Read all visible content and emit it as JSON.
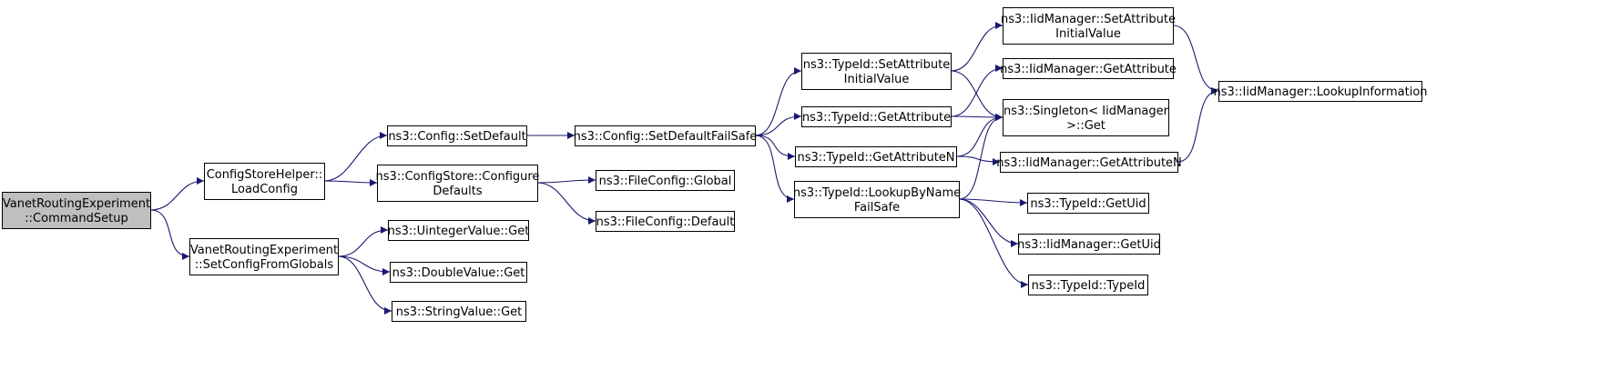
{
  "colors": {
    "edge": "#191970",
    "node_fill": "#ffffff",
    "root_fill": "#bfbfbf",
    "border": "#000000"
  },
  "nodes": [
    {
      "id": "root",
      "lines": [
        "VanetRoutingExperiment",
        "::CommandSetup"
      ],
      "root": true
    },
    {
      "id": "csh_load",
      "lines": [
        "ConfigStoreHelper::",
        "LoadConfig"
      ]
    },
    {
      "id": "vre_setcfg",
      "lines": [
        "VanetRoutingExperiment",
        "::SetConfigFromGlobals"
      ]
    },
    {
      "id": "cfg_setdefault",
      "lines": [
        "ns3::Config::SetDefault"
      ]
    },
    {
      "id": "cs_configure",
      "lines": [
        "ns3::ConfigStore::Configure",
        "Defaults"
      ]
    },
    {
      "id": "uint_get",
      "lines": [
        "ns3::UintegerValue::Get"
      ]
    },
    {
      "id": "double_get",
      "lines": [
        "ns3::DoubleValue::Get"
      ]
    },
    {
      "id": "string_get",
      "lines": [
        "ns3::StringValue::Get"
      ]
    },
    {
      "id": "cfg_setdefaultfs",
      "lines": [
        "ns3::Config::SetDefaultFailSafe"
      ]
    },
    {
      "id": "fc_global",
      "lines": [
        "ns3::FileConfig::Global"
      ]
    },
    {
      "id": "fc_default",
      "lines": [
        "ns3::FileConfig::Default"
      ]
    },
    {
      "id": "tid_setattrinit",
      "lines": [
        "ns3::TypeId::SetAttribute",
        "InitialValue"
      ]
    },
    {
      "id": "tid_getattr",
      "lines": [
        "ns3::TypeId::GetAttribute"
      ]
    },
    {
      "id": "tid_getattrn",
      "lines": [
        "ns3::TypeId::GetAttributeN"
      ]
    },
    {
      "id": "tid_lookup",
      "lines": [
        "ns3::TypeId::LookupByName",
        "FailSafe"
      ]
    },
    {
      "id": "iid_setattrinit",
      "lines": [
        "ns3::IidManager::SetAttribute",
        "InitialValue"
      ]
    },
    {
      "id": "iid_getattr",
      "lines": [
        "ns3::IidManager::GetAttribute"
      ]
    },
    {
      "id": "singleton_get",
      "lines": [
        "ns3::Singleton< IidManager",
        " >::Get"
      ]
    },
    {
      "id": "iid_getattrn",
      "lines": [
        "ns3::IidManager::GetAttributeN"
      ]
    },
    {
      "id": "tid_getuid",
      "lines": [
        "ns3::TypeId::GetUid"
      ]
    },
    {
      "id": "iid_getuid",
      "lines": [
        "ns3::IidManager::GetUid"
      ]
    },
    {
      "id": "tid_typeid",
      "lines": [
        "ns3::TypeId::TypeId"
      ]
    },
    {
      "id": "iid_lookupinfo",
      "lines": [
        "ns3::IidManager::LookupInformation"
      ]
    }
  ],
  "edges": [
    [
      "root",
      "csh_load"
    ],
    [
      "root",
      "vre_setcfg"
    ],
    [
      "csh_load",
      "cfg_setdefault"
    ],
    [
      "csh_load",
      "cs_configure"
    ],
    [
      "vre_setcfg",
      "uint_get"
    ],
    [
      "vre_setcfg",
      "double_get"
    ],
    [
      "vre_setcfg",
      "string_get"
    ],
    [
      "cfg_setdefault",
      "cfg_setdefaultfs"
    ],
    [
      "cs_configure",
      "fc_global"
    ],
    [
      "cs_configure",
      "fc_default"
    ],
    [
      "cfg_setdefaultfs",
      "tid_setattrinit"
    ],
    [
      "cfg_setdefaultfs",
      "tid_getattr"
    ],
    [
      "cfg_setdefaultfs",
      "tid_getattrn"
    ],
    [
      "cfg_setdefaultfs",
      "tid_lookup"
    ],
    [
      "tid_setattrinit",
      "iid_setattrinit"
    ],
    [
      "tid_setattrinit",
      "singleton_get"
    ],
    [
      "tid_getattr",
      "iid_getattr"
    ],
    [
      "tid_getattr",
      "singleton_get"
    ],
    [
      "tid_getattrn",
      "singleton_get"
    ],
    [
      "tid_getattrn",
      "iid_getattrn"
    ],
    [
      "tid_lookup",
      "singleton_get"
    ],
    [
      "tid_lookup",
      "tid_getuid"
    ],
    [
      "tid_lookup",
      "iid_getuid"
    ],
    [
      "tid_lookup",
      "tid_typeid"
    ],
    [
      "iid_setattrinit",
      "iid_lookupinfo"
    ],
    [
      "iid_getattrn",
      "iid_lookupinfo"
    ]
  ]
}
